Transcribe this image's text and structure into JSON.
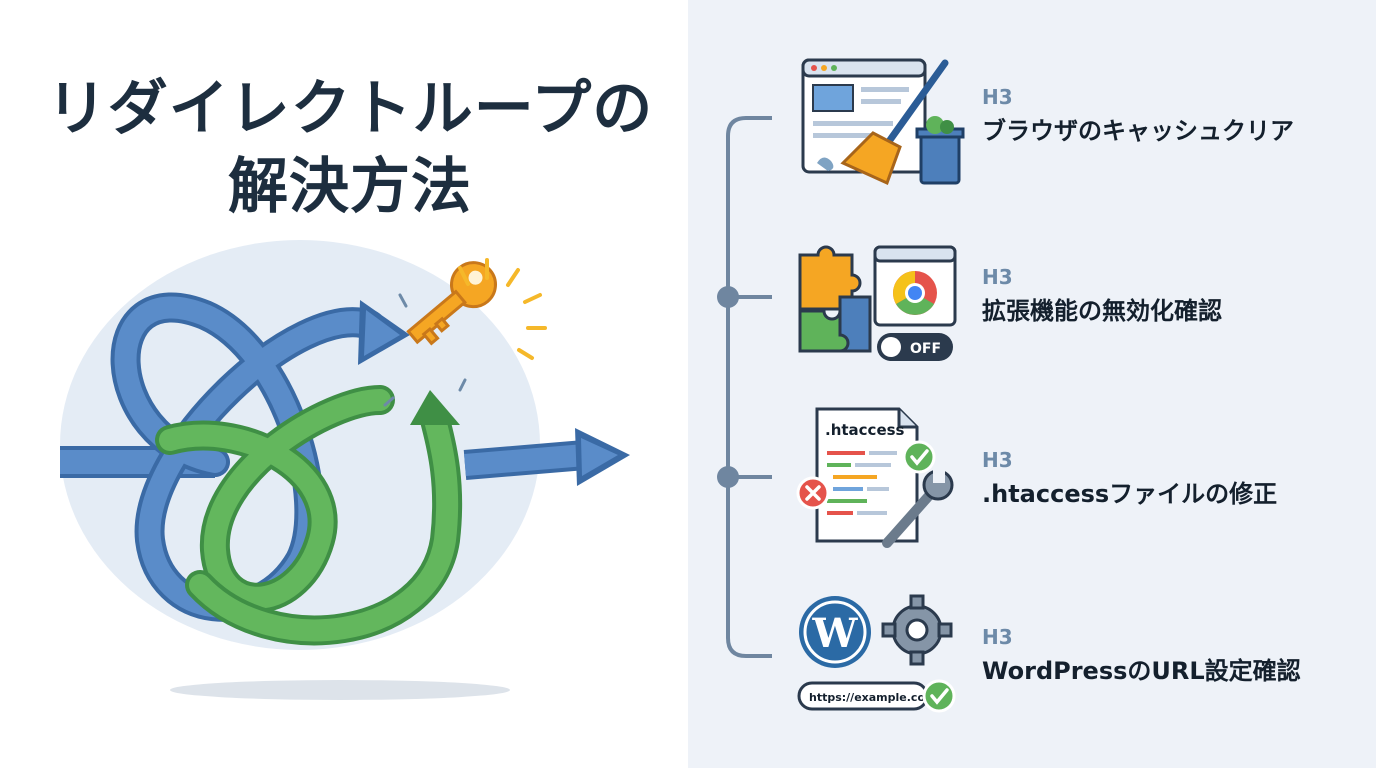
{
  "title_line1": "リダイレクトループの",
  "title_line2": "解決方法",
  "steps": [
    {
      "tag": "H3",
      "title": "ブラウザのキャッシュクリア",
      "icon": "browser-broom-trash-icon"
    },
    {
      "tag": "H3",
      "title": "拡張機能の無効化確認",
      "icon": "puzzle-chrome-toggle-icon",
      "toggle_label": "OFF"
    },
    {
      "tag": "H3",
      "title": ".htaccessファイルの修正",
      "icon": "htaccess-file-wrench-icon",
      "file_label": ".htaccess"
    },
    {
      "tag": "H3",
      "title": "WordPressのURL設定確認",
      "icon": "wordpress-gear-url-icon",
      "url_text": "https://example.com"
    }
  ],
  "colors": {
    "left_bg": "#ffffff",
    "right_bg": "#eef2f8",
    "title": "#1d2e3f",
    "tag": "#6d8aa8",
    "item_title": "#14202d",
    "connector": "#6f86a0",
    "loop_blue": "#4d7fbb",
    "loop_green": "#5fb35a",
    "key": "#f5a623"
  }
}
